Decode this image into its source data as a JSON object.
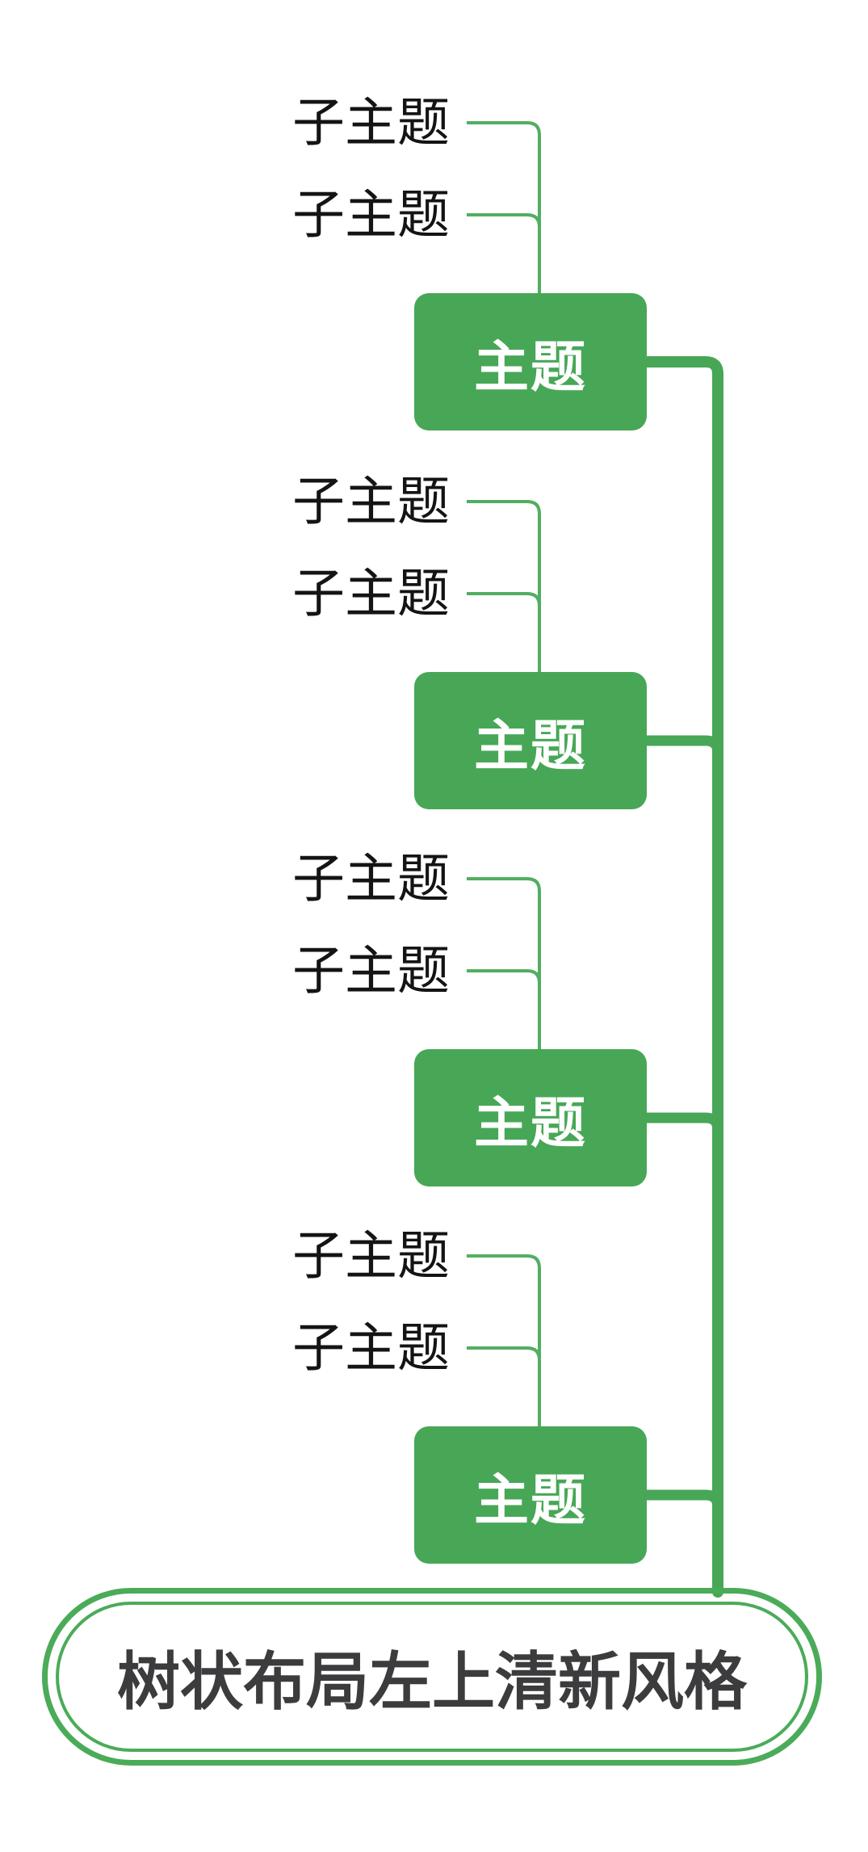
{
  "root": {
    "label": "树状布局左上清新风格"
  },
  "groups": [
    {
      "topic": "主题",
      "subtopics": [
        "子主题",
        "子主题"
      ]
    },
    {
      "topic": "主题",
      "subtopics": [
        "子主题",
        "子主题"
      ]
    },
    {
      "topic": "主题",
      "subtopics": [
        "子主题",
        "子主题"
      ]
    },
    {
      "topic": "主题",
      "subtopics": [
        "子主题",
        "子主题"
      ]
    }
  ],
  "colors": {
    "background": "#FFFFFF",
    "topic_fill": "#47A756",
    "topic_text": "#FFFFFF",
    "subtopic_text": "#141414",
    "connector_thin": "#52AE61",
    "connector_trunk": "#47A756",
    "root_border": "#4BAB59",
    "root_text": "#3C3C3E"
  }
}
